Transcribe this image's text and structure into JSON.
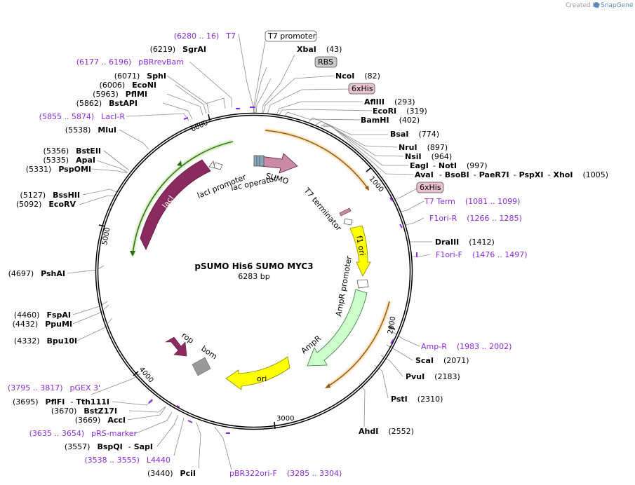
{
  "credit": {
    "prefix": "Created by",
    "brand": "SnapGene"
  },
  "plasmid": {
    "name": "pSUMO His6 SUMO MYC3",
    "size": "6283 bp"
  },
  "ticks": [
    "1000",
    "2000",
    "3000",
    "4000",
    "5000",
    "6000"
  ],
  "boxed_labels": {
    "t7_promoter": "T7 promoter",
    "rbs": "RBS",
    "his_top": "6xHis",
    "his_right": "6xHis"
  },
  "features": {
    "sumo": "SUMO",
    "lac_operator": "lac operator",
    "laci_promoter": "lacI promoter",
    "laci": "lacI",
    "t7_terminator": "T7 terminator",
    "f1_ori": "f1 ori",
    "ampr_promoter": "AmpR promoter",
    "ampr": "AmpR",
    "ori": "ori",
    "rop": "rop",
    "bom": "bom"
  },
  "right_labels": [
    {
      "name": "XbaI",
      "pos": "(43)"
    },
    {
      "name": "NcoI",
      "pos": "(82)"
    },
    {
      "name": "AflIII",
      "pos": "(293)"
    },
    {
      "name": "EcoRI",
      "pos": "(319)"
    },
    {
      "name": "BamHI",
      "pos": "(402)"
    },
    {
      "name": "BsaI",
      "pos": "(774)"
    },
    {
      "name": "NruI",
      "pos": "(897)"
    },
    {
      "name": "NsiI",
      "pos": "(964)"
    },
    {
      "name": "EagI",
      "sep": "-",
      "name2": "NotI",
      "pos": "(997)"
    },
    {
      "name": "AvaI",
      "sep": "-",
      "name2": "BsoBI",
      "sep2": "-",
      "name3": "PaeR7I",
      "sep3": "-",
      "name4": "PspXI",
      "sep4": "-",
      "name5": "XhoI",
      "pos": "(1005)"
    },
    {
      "name": "DraIII",
      "pos": "(1412)"
    },
    {
      "name": "ScaI",
      "pos": "(2071)"
    },
    {
      "name": "PvuI",
      "pos": "(2183)"
    },
    {
      "name": "PstI",
      "pos": "(2310)"
    },
    {
      "name": "AhdI",
      "pos": "(2552)"
    }
  ],
  "left_labels": [
    {
      "pos": "(6219)",
      "name": "SgrAI"
    },
    {
      "pos": "(6071)",
      "name": "SphI"
    },
    {
      "pos": "(6006)",
      "name": "EcoNI"
    },
    {
      "pos": "(5963)",
      "name": "PflMI"
    },
    {
      "pos": "(5862)",
      "name": "BstAPI"
    },
    {
      "pos": "(5538)",
      "name": "MluI"
    },
    {
      "pos": "(5356)",
      "name": "BstEII"
    },
    {
      "pos": "(5335)",
      "name": "ApaI"
    },
    {
      "pos": "(5331)",
      "name": "PspOMI"
    },
    {
      "pos": "(5127)",
      "name": "BssHII"
    },
    {
      "pos": "(5092)",
      "name": "EcoRV"
    },
    {
      "pos": "(4697)",
      "name": "PshAI"
    },
    {
      "pos": "(4460)",
      "name": "FspAI"
    },
    {
      "pos": "(4432)",
      "name": "PpuMI"
    },
    {
      "pos": "(4332)",
      "name": "Bpu10I"
    },
    {
      "pos": "(3695)",
      "name": "PflFI",
      "sep": "-",
      "name2": "Tth111I"
    },
    {
      "pos": "(3670)",
      "name": "BstZ17I"
    },
    {
      "pos": "(3669)",
      "name": "AccI"
    },
    {
      "pos": "(3557)",
      "name": "BspQI",
      "sep": "-",
      "name2": "SapI"
    },
    {
      "pos": "(3440)",
      "name": "PciI"
    }
  ],
  "primers": [
    {
      "range": "(6280 .. 16)",
      "name": "T7"
    },
    {
      "range": "(6177 .. 6196)",
      "name": "pBRrevBam"
    },
    {
      "range": "(5855 .. 5874)",
      "name": "LacI-R"
    },
    {
      "name": "T7 Term",
      "range": "(1081 .. 1099)"
    },
    {
      "name": "F1ori-R",
      "range": "(1266 .. 1285)"
    },
    {
      "name": "F1ori-F",
      "range": "(1476 .. 1497)"
    },
    {
      "name": "Amp-R",
      "range": "(1983 .. 2002)"
    },
    {
      "range": "(3795 .. 3817)",
      "name": "pGEX 3'"
    },
    {
      "range": "(3635 .. 3654)",
      "name": "pRS-marker"
    },
    {
      "range": "(3538 .. 3555)",
      "name": "L4440"
    },
    {
      "name": "pBR322ori-F",
      "range": "(3285 .. 3304)"
    }
  ],
  "colors": {
    "laci": "#8b2a5e",
    "sumo": "#c98aa8",
    "f1_ori": "#ffff00",
    "ampr": "#ccffcc",
    "ori": "#ffff00",
    "rop": "#8b2a5e",
    "bom": "#999999",
    "primer": "#8a2be2",
    "orange_arc": "#f0a030",
    "green_arc": "#7fbf3f",
    "his_box": "#e8c2cc",
    "rbs_box": "#c8c8c8"
  }
}
